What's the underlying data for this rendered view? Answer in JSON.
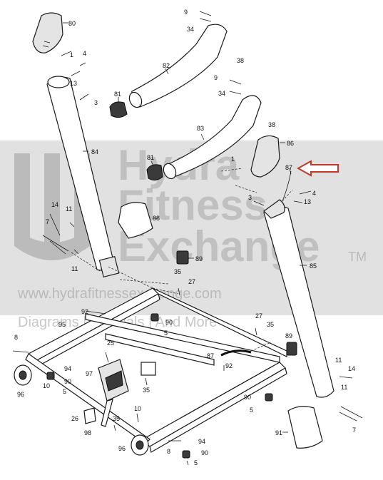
{
  "diagram": {
    "callouts": {
      "c80": "80",
      "c82": "82",
      "c81a": "81",
      "c81b": "81",
      "c83": "83",
      "c84": "84",
      "c85": "85",
      "c86": "86",
      "c87a": "87",
      "c87b": "87",
      "c88": "88",
      "c89a": "89",
      "c89b": "89",
      "c90a": "90",
      "c90b": "90",
      "c90c": "90",
      "c91": "91",
      "c92a": "92",
      "c92b": "92",
      "c94a": "94",
      "c94b": "94",
      "c95": "95",
      "c96a": "96",
      "c96b": "96",
      "c97": "97",
      "c98": "98",
      "c9a": "9",
      "c9b": "9",
      "c34a": "34",
      "c34b": "34",
      "c38a": "38",
      "c38b": "38",
      "c1a": "1",
      "c1b": "1",
      "c4a": "4",
      "c4b": "4",
      "c13a": "13",
      "c13b": "13",
      "c3a": "3",
      "c3b": "3",
      "c14a": "14",
      "c14b": "14",
      "c11a": "11",
      "c11b": "11",
      "c11c": "11",
      "c11d": "11",
      "c7a": "7",
      "c7b": "7",
      "c35a": "35",
      "c35b": "35",
      "c35c": "35",
      "c35d": "35",
      "c27a": "27",
      "c27b": "27",
      "c5a": "5",
      "c5b": "5",
      "c5c": "5",
      "c5d": "5",
      "c8a": "8",
      "c8b": "8",
      "c10a": "10",
      "c10b": "10",
      "c25": "25",
      "c26": "26"
    },
    "highlight_arrow_color": "#c0392b"
  },
  "watermark": {
    "line1": "Hydra",
    "line2": "Fitness",
    "line3": "Exchange",
    "trademark": "TM",
    "url": "www.hydrafitnessexchange.com",
    "tagline": "Diagrams | Manuals | And More"
  }
}
